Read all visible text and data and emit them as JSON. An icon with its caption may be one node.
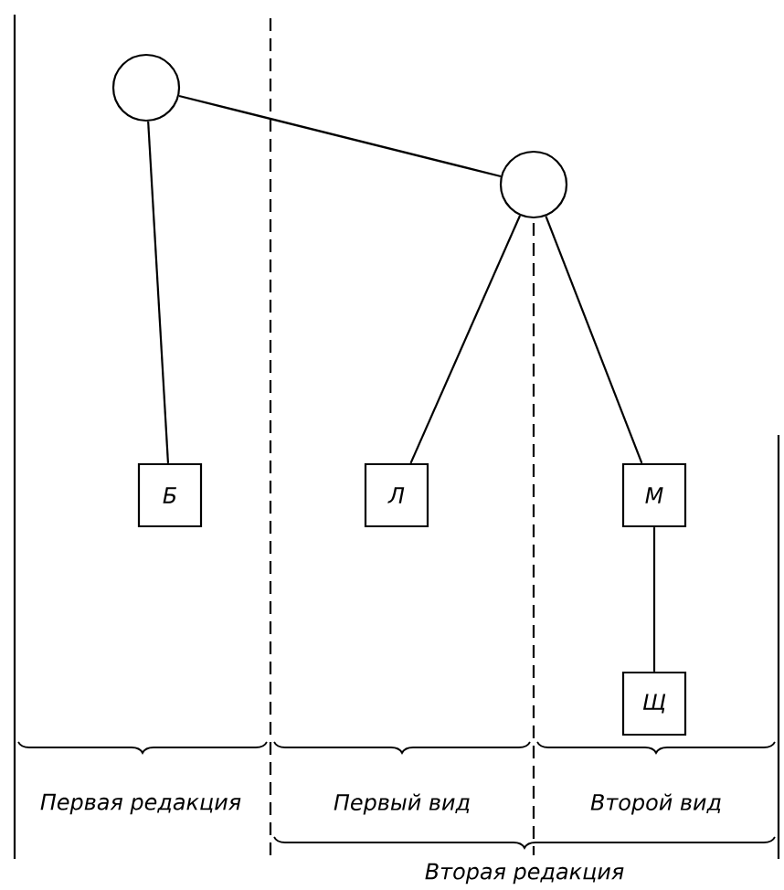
{
  "diagram": {
    "nodes": [
      {
        "text": [],
        "shape": "circle"
      },
      {
        "text": [],
        "shape": "circle"
      },
      {
        "text": [
          "Б"
        ]
      },
      {
        "text": [
          "Л"
        ]
      },
      {
        "text": [
          "М"
        ]
      },
      {
        "text": [
          "Щ"
        ]
      }
    ],
    "edges": [
      {
        "from": 0,
        "to": 1,
        "arrow": "none"
      },
      {
        "from": 0,
        "to": 2,
        "arrow": "none"
      },
      {
        "from": 1,
        "to": 3,
        "arrow": "none"
      },
      {
        "from": 1,
        "to": 4,
        "arrow": "none"
      },
      {
        "from": 4,
        "to": 5,
        "arrow": "none"
      }
    ],
    "labels": [
      "Первая редакция",
      "Первый вид",
      "Второй вид",
      "Вторая редакция"
    ]
  }
}
